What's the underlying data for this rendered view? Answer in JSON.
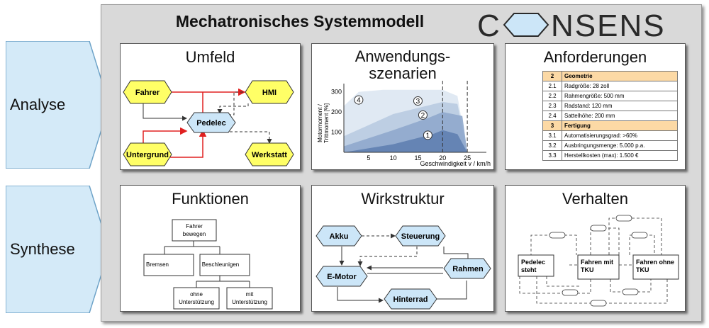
{
  "side_labels": {
    "analyse": "Analyse",
    "synthese": "Synthese"
  },
  "title": "Mechatronisches Systemmodell",
  "logo": {
    "left": "C",
    "right": "NSENS"
  },
  "colors": {
    "yellow": "#ffff66",
    "blue": "#cce6f8",
    "chevron": "#d4eaf8",
    "header_orange": "#fcd9a5"
  },
  "umfeld": {
    "title": "Umfeld",
    "nodes": {
      "fahrer": "Fahrer",
      "hmi": "HMI",
      "pedelec": "Pedelec",
      "untergrund": "Untergrund",
      "werkstatt": "Werkstatt"
    }
  },
  "anwendung": {
    "title_line1": "Anwendungs-",
    "title_line2": "szenarien"
  },
  "chart_data": {
    "type": "area",
    "ylabel_line1": "Motormoment /",
    "ylabel_line2": "Trittmoment [%]",
    "xlabel": "Geschwindigkeit  v / km/h",
    "x_ticks": [
      "5",
      "10",
      "15",
      "20",
      "25"
    ],
    "y_ticks": [
      "100",
      "200",
      "300"
    ],
    "ylim": [
      0,
      320
    ],
    "xlim": [
      0,
      28
    ],
    "series": [
      {
        "name": "4",
        "x": [
          0,
          3,
          8,
          20,
          23,
          25
        ],
        "y": [
          230,
          300,
          310,
          310,
          280,
          0
        ]
      },
      {
        "name": "3",
        "x": [
          0,
          10,
          20,
          23,
          25
        ],
        "y": [
          80,
          190,
          250,
          240,
          0
        ]
      },
      {
        "name": "2",
        "x": [
          0,
          10,
          17,
          20,
          24,
          25
        ],
        "y": [
          30,
          110,
          170,
          200,
          180,
          0
        ]
      },
      {
        "name": "1",
        "x": [
          0,
          10,
          18,
          20,
          23,
          25
        ],
        "y": [
          0,
          40,
          90,
          110,
          90,
          0
        ]
      }
    ],
    "vlines": [
      20,
      25
    ]
  },
  "anforderungen": {
    "title": "Anforderungen",
    "rows": [
      {
        "num": "2",
        "text": "Geometrie",
        "header": true
      },
      {
        "num": "2.1",
        "text": "Radgröße: 28 zoll",
        "header": false
      },
      {
        "num": "2.2",
        "text": "Rahmengröße: 500 mm",
        "header": false
      },
      {
        "num": "2.3",
        "text": "Radstand: 120 mm",
        "header": false
      },
      {
        "num": "2.4",
        "text": "Sattelhöhe: 200 mm",
        "header": false
      },
      {
        "num": "3",
        "text": "Fertigung",
        "header": true
      },
      {
        "num": "3.1",
        "text": "Automatisierungsgrad: >60%",
        "header": false
      },
      {
        "num": "3.2",
        "text": "Ausbringungsmenge: 5.000 p.a.",
        "header": false
      },
      {
        "num": "3.3",
        "text": "Herstellkosten (max): 1.500 €",
        "header": false
      }
    ]
  },
  "funktionen": {
    "title": "Funktionen",
    "root_line1": "Fahrer",
    "root_line2": "bewegen",
    "bremsen": "Bremsen",
    "beschleunigen": "Beschleunigen",
    "ohne_line1": "ohne",
    "ohne_line2": "Unterstützung",
    "mit_line1": "mit",
    "mit_line2": "Unterstützung"
  },
  "wirkstruktur": {
    "title": "Wirkstruktur",
    "nodes": {
      "akku": "Akku",
      "steuerung": "Steuerung",
      "emotor": "E-Motor",
      "rahmen": "Rahmen",
      "hinterrad": "Hinterrad"
    }
  },
  "verhalten": {
    "title": "Verhalten",
    "states": {
      "pedelec_line1": "Pedelec",
      "pedelec_line2": "steht",
      "mit_line1": "Fahren mit",
      "mit_line2": "TKU",
      "ohne_line1": "Fahren ohne",
      "ohne_line2": "TKU"
    }
  }
}
